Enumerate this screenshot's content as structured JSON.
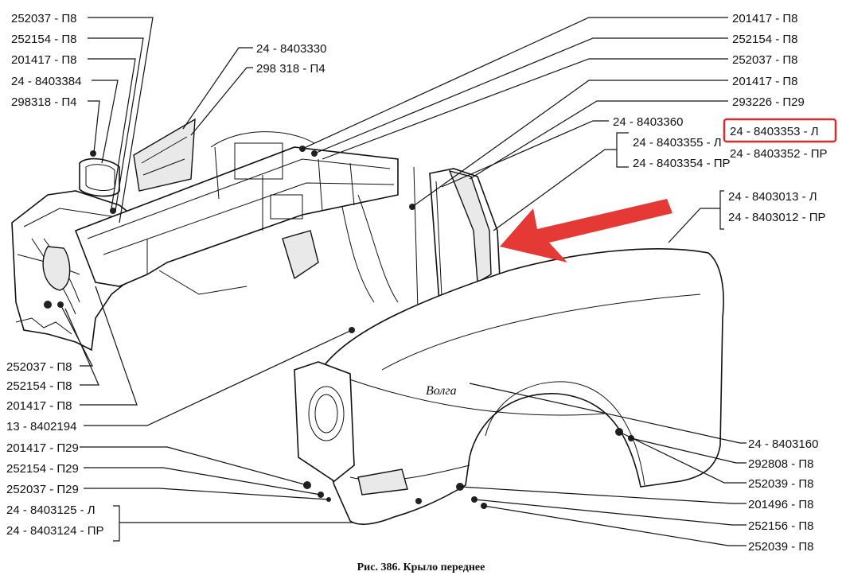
{
  "caption": "Рис. 386. Крыло переднее",
  "highlight_color": "#d32f2f",
  "arrow_color": "#e53935",
  "labels_left": [
    "252037 - П8",
    "252154 - П8",
    "201417 - П8",
    "24 - 8403384",
    "298318 - П4",
    "252037 - П8",
    "252154 - П8",
    "201417 - П8",
    "13 - 8402194",
    "201417 - П29",
    "252154 - П29",
    "252037 - П29",
    "24 - 8403125 - Л",
    "24 - 8403124 - ПР"
  ],
  "labels_top": [
    "24 - 8403330",
    "298 318 - П4"
  ],
  "labels_right": [
    "201417 - П8",
    "252154 - П8",
    "252037 - П8",
    "201417 - П8",
    "293226 - П29",
    "24 - 8403360",
    "24 - 8403355 - Л",
    "24 - 8403354 - ПР",
    "24 - 8403353 - Л",
    "24 - 8403352 - ПР",
    "24 - 8403013 - Л",
    "24 - 8403012 - ПР",
    "24 - 8403160",
    "292808 - П8",
    "252039 - П8",
    "201496 - П8",
    "252156 - П8",
    "252039 - П8"
  ]
}
